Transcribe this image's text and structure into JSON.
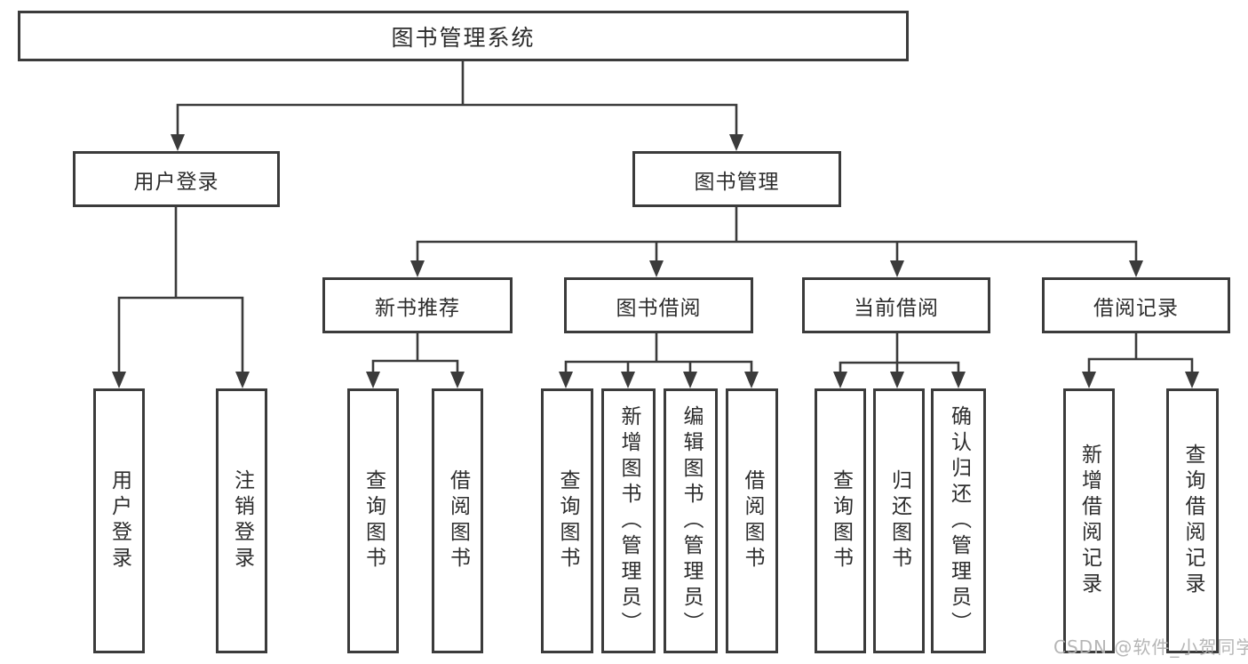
{
  "diagram_title": "图书管理系统",
  "colors": {
    "background": "#ffffff",
    "line": "#3b3b3b",
    "box_border": "#3b3b3b",
    "text": "#2d2d2d",
    "watermark": "#b2b2b2"
  },
  "watermark": "CSDN @软件_小贺同学",
  "tree": {
    "root": "图书管理系统",
    "branches": [
      {
        "label": "用户登录",
        "children": [
          "用户登录",
          "注销登录"
        ]
      },
      {
        "label": "图书管理",
        "children": [
          {
            "label": "新书推荐",
            "children": [
              "查询图书",
              "借阅图书"
            ]
          },
          {
            "label": "图书借阅",
            "children": [
              "查询图书",
              "新增图书（管理员）",
              "编辑图书（管理员）",
              "借阅图书"
            ]
          },
          {
            "label": "当前借阅",
            "children": [
              "查询图书",
              "归还图书",
              "确认归还（管理员）"
            ]
          },
          {
            "label": "借阅记录",
            "children": [
              "新增借阅记录",
              "查询借阅记录"
            ]
          }
        ]
      }
    ]
  }
}
